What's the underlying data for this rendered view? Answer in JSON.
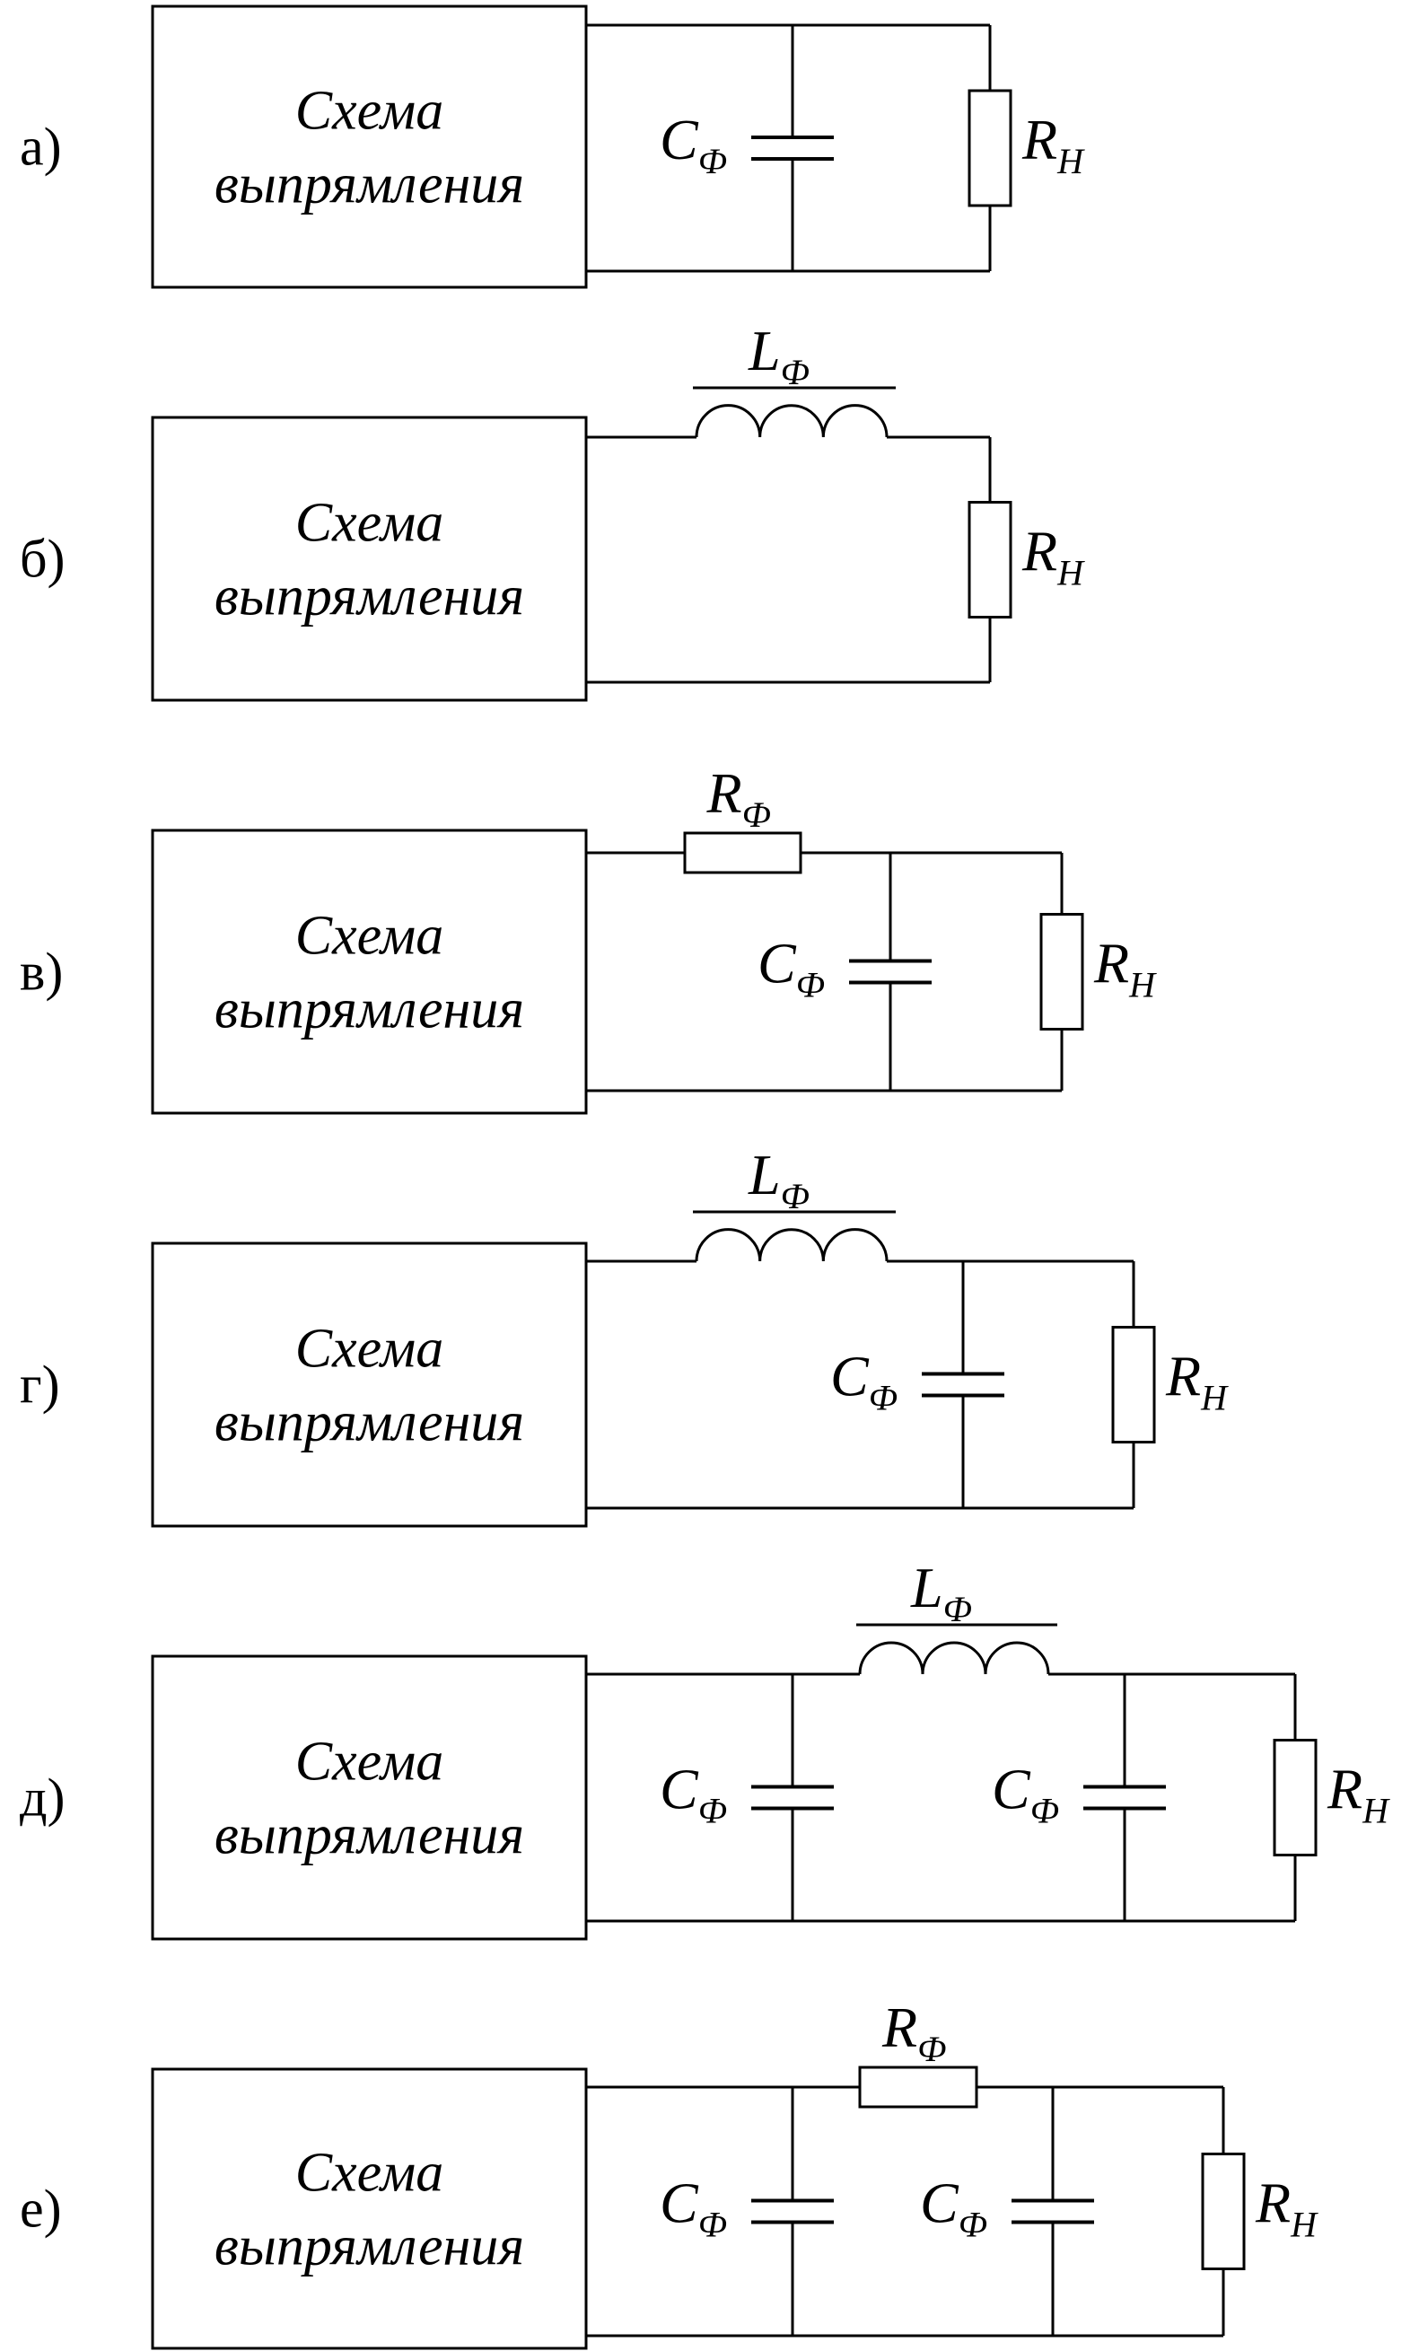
{
  "box": {
    "line1": "Схема",
    "line2": "выпрямления"
  },
  "symbols": {
    "C": "C",
    "L": "L",
    "R": "R",
    "phi": "Ф",
    "load": "Н"
  },
  "rows": [
    {
      "label": "а)",
      "components": [
        "C-shunt",
        "R-load"
      ]
    },
    {
      "label": "б)",
      "components": [
        "L-series",
        "R-load"
      ]
    },
    {
      "label": "в)",
      "components": [
        "R-series",
        "C-shunt",
        "R-load"
      ]
    },
    {
      "label": "г)",
      "components": [
        "L-series",
        "C-shunt",
        "R-load"
      ]
    },
    {
      "label": "д)",
      "components": [
        "C-shunt",
        "L-series",
        "C-shunt",
        "R-load"
      ]
    },
    {
      "label": "е)",
      "components": [
        "C-shunt",
        "R-series",
        "C-shunt",
        "R-load"
      ]
    }
  ]
}
